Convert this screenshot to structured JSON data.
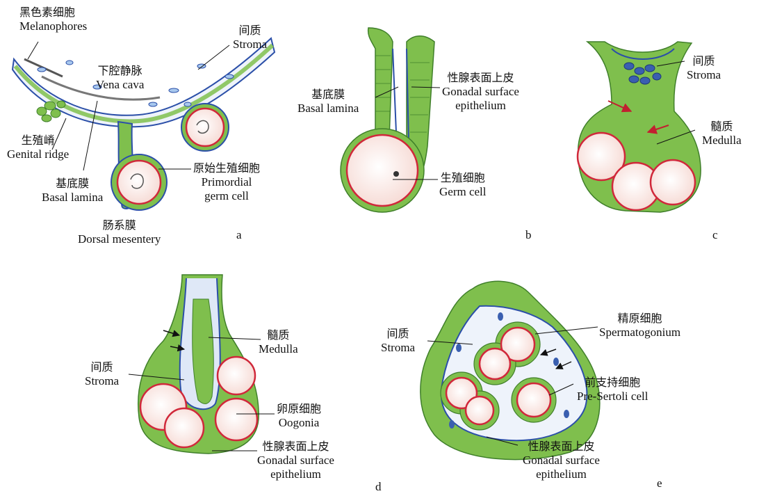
{
  "palette": {
    "epithelium": "#7fbf4d",
    "epithelium_dark": "#3f7f2a",
    "basal_lamina": "#2b4fa8",
    "stroma_cell": "#3a5fb0",
    "germ_cell_fill": "#fbe9e6",
    "germ_cell_rim": "#d0283a",
    "arrow_red": "#c22030"
  },
  "panels": [
    {
      "letter": "a",
      "labels": [
        {
          "zh": "黑色素细胞",
          "en": "Melanophores"
        },
        {
          "zh": "间质",
          "en": "Stroma"
        },
        {
          "zh": "下腔静脉",
          "en": "Vena cava"
        },
        {
          "zh": "生殖嵴",
          "en": "Genital ridge"
        },
        {
          "zh": "原始生殖细胞",
          "en": "Primordial",
          "en2": "germ cell"
        },
        {
          "zh": "基底膜",
          "en": "Basal lamina"
        },
        {
          "zh": "肠系膜",
          "en": "Dorsal mesentery"
        }
      ]
    },
    {
      "letter": "b",
      "labels": [
        {
          "zh": "基底膜",
          "en": "Basal lamina"
        },
        {
          "zh": "性腺表面上皮",
          "en": "Gonadal surface",
          "en2": "epithelium"
        },
        {
          "zh": "生殖细胞",
          "en": "Germ cell"
        }
      ]
    },
    {
      "letter": "c",
      "labels": [
        {
          "zh": "间质",
          "en": "Stroma"
        },
        {
          "zh": "髓质",
          "en": "Medulla"
        }
      ]
    },
    {
      "letter": "d",
      "labels": [
        {
          "zh": "髓质",
          "en": "Medulla"
        },
        {
          "zh": "间质",
          "en": "Stroma"
        },
        {
          "zh": "卵原细胞",
          "en": "Oogonia"
        },
        {
          "zh": "性腺表面上皮",
          "en": "Gonadal surface",
          "en2": "epithelium"
        }
      ]
    },
    {
      "letter": "e",
      "labels": [
        {
          "zh": "精原细胞",
          "en": "Spermatogonium"
        },
        {
          "zh": "间质",
          "en": "Stroma"
        },
        {
          "zh": "前支持细胞",
          "en": "Pre-Sertoli cell"
        },
        {
          "zh": "性腺表面上皮",
          "en": "Gonadal surface",
          "en2": "epithelium"
        }
      ]
    }
  ]
}
